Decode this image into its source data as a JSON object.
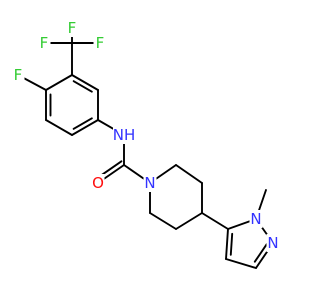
{
  "colors": {
    "background": "#ffffff",
    "bond": "#000000",
    "carbon_text": "#000000",
    "fluorine": "#33cc33",
    "nitrogen": "#3333ff",
    "oxygen": "#ff0d0d"
  },
  "atoms": [
    {
      "id": "F_top",
      "symbol": "F",
      "element": "F"
    },
    {
      "id": "F_left",
      "symbol": "F",
      "element": "F"
    },
    {
      "id": "F_right",
      "symbol": "F",
      "element": "F"
    },
    {
      "id": "F_ring",
      "symbol": "F",
      "element": "F"
    },
    {
      "id": "NH",
      "symbol": "NH",
      "element": "N"
    },
    {
      "id": "O",
      "symbol": "O",
      "element": "O"
    },
    {
      "id": "N_pip",
      "symbol": "N",
      "element": "N"
    },
    {
      "id": "N_pyr1",
      "symbol": "N",
      "element": "N"
    },
    {
      "id": "N_pyr2",
      "symbol": "N",
      "element": "N"
    }
  ]
}
